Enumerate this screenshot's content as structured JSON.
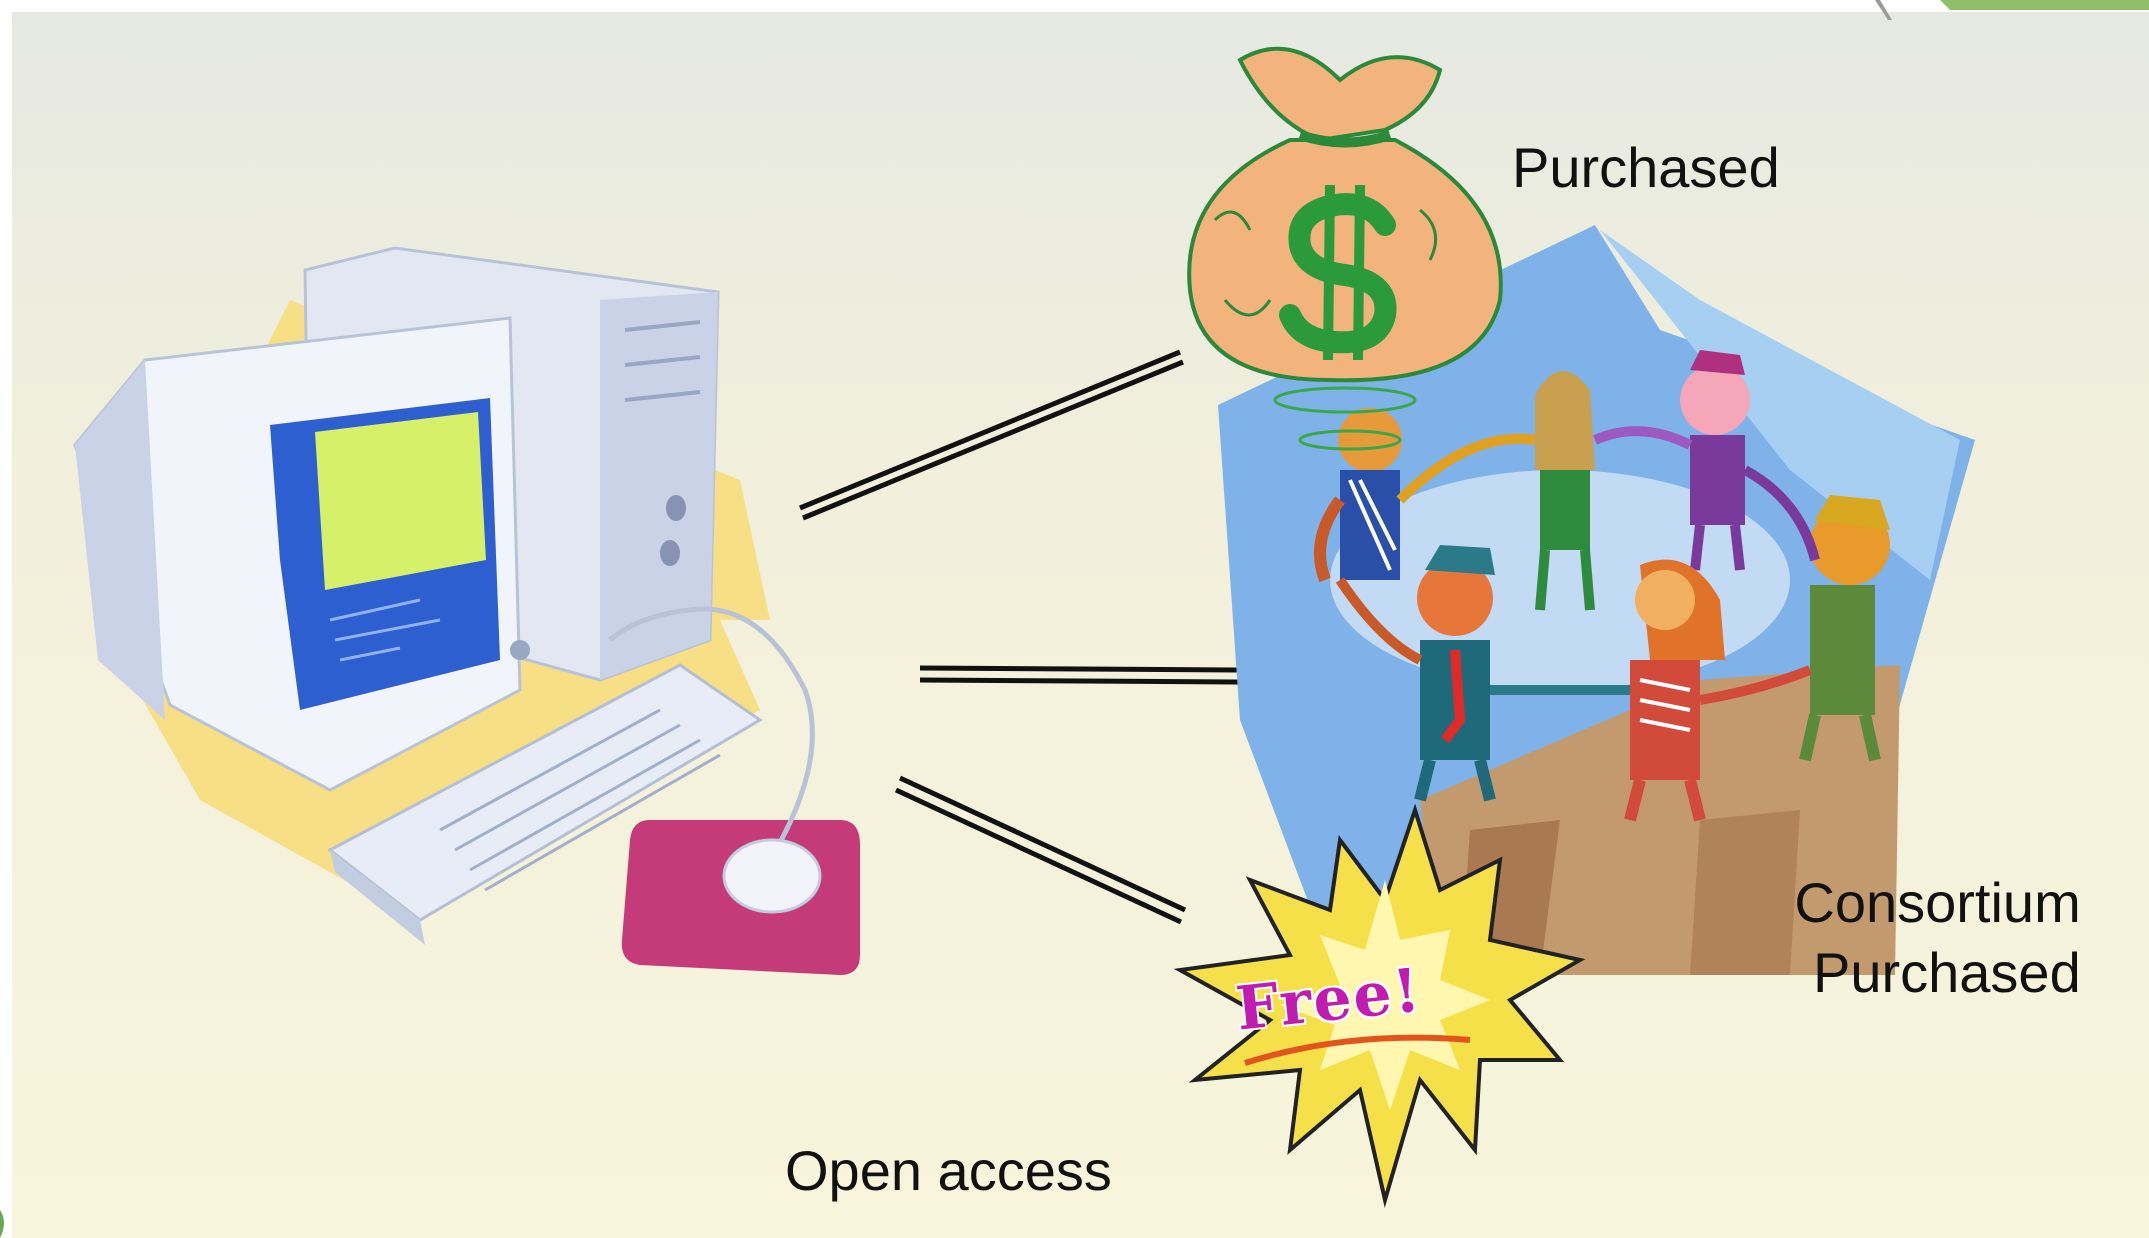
{
  "labels": {
    "purchased": "Purchased",
    "consortium_line1": "Consortium",
    "consortium_line2": "Purchased",
    "open_access": "Open access",
    "free": "Free!"
  },
  "icons": {
    "money_bag": "money-bag-dollar",
    "computer": "desktop-computer",
    "group": "people-circle",
    "starburst": "free-starburst"
  },
  "colors": {
    "background_top": "#e8ebe2",
    "background_bottom": "#f8f4d8",
    "bag_fill": "#f2b47c",
    "dollar_green": "#2a9a3a",
    "starburst_yellow": "#f5e04a",
    "mousepad_pink": "#c53a78",
    "screen_blue": "#2d5fd0",
    "screen_yellow": "#d6f06a"
  }
}
